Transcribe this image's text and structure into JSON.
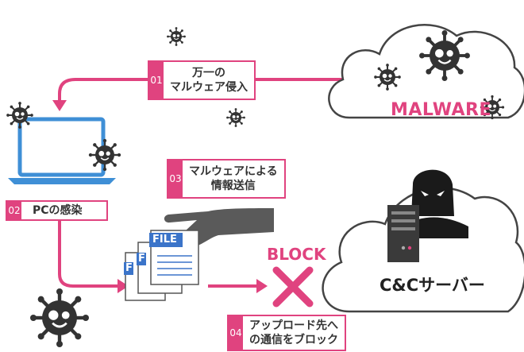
{
  "steps": [
    {
      "num": "01",
      "lines": [
        "万一の",
        "マルウェア侵入"
      ]
    },
    {
      "num": "02",
      "lines": [
        "PCの感染"
      ]
    },
    {
      "num": "03",
      "lines": [
        "マルウェアによる",
        "情報送信"
      ]
    },
    {
      "num": "04",
      "lines": [
        "アップロード先へ",
        "の通信をブロック"
      ]
    }
  ],
  "labels": {
    "malware": "MALWARE",
    "server": "C&Cサーバー",
    "block": "BLOCK",
    "file": "FILE",
    "file_partial": "F"
  },
  "colors": {
    "accent": "#e0437f",
    "text": "#333333",
    "laptop": "#3f8fd6",
    "doc": "#3b74c9"
  }
}
